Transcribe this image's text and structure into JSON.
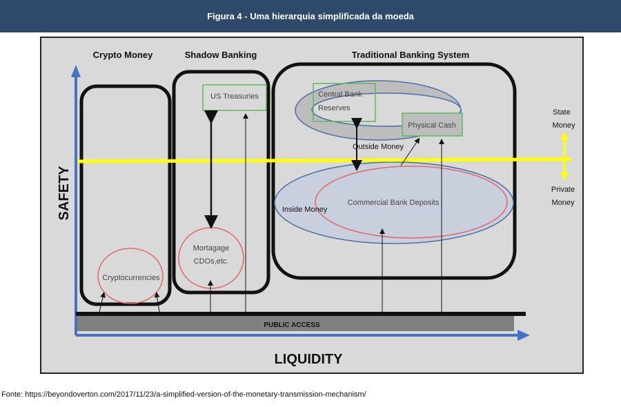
{
  "header": {
    "title": "Figura 4 - Uma hierarquia simplificada da moeda"
  },
  "diagram": {
    "sections": {
      "crypto": "Crypto Money",
      "shadow": "Shadow Banking",
      "traditional": "Traditional Banking System"
    },
    "nodes": {
      "cryptocurrencies": "Cryptocurrencies",
      "mortgage_line1": "Mortagage",
      "mortgage_line2": "CDOs,etc.",
      "us_treasuries": "US Treasuries",
      "cb_reserves_line1": "Central Bank",
      "cb_reserves_line2": "Reserves",
      "physical_cash": "Physical Cash",
      "commercial_deposits": "Commercial Bank Deposits",
      "outside_money": "Outside Money",
      "inside_money": "Inside Money"
    },
    "labels": {
      "state_line1": "State",
      "state_line2": "Money",
      "private_line1": "Private",
      "private_line2": "Money",
      "public_access": "PUBLIC ACCESS"
    },
    "axes": {
      "y": "SAFETY",
      "x": "LIQUIDITY"
    },
    "colors": {
      "axis": "#4472c4",
      "divider": "#ffff00",
      "node_red": "#e06666",
      "box_green": "#5cb85c",
      "ellipse_blue": "#4a6fa5"
    }
  },
  "footer": {
    "source": "Fonte: https://beyondoverton.com/2017/11/23/a-simplified-version-of-the-monetary-transmission-mechanism/"
  }
}
